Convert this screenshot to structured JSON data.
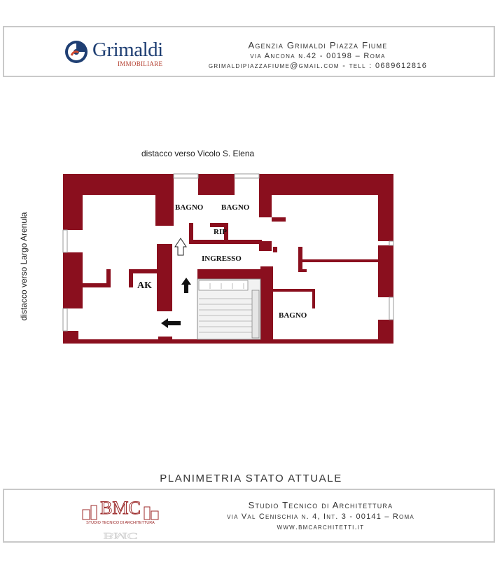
{
  "header": {
    "logo_name": "Grimaldi",
    "logo_sub": "IMMOBILIARE",
    "agency_name": "Agenzia Grimaldi Piazza Fiume",
    "agency_address": "via Ancona n.42  - 00198 – Roma",
    "agency_contact": "grimaldipiazzafiume@gmail.com - tell : 0689612816"
  },
  "labels": {
    "top": "distacco  verso  Vicolo S. Elena",
    "side": "distacco  verso  Largo Arenula"
  },
  "rooms": {
    "bagno_1": "BAGNO",
    "bagno_2": "BAGNO",
    "rip": "RIP",
    "ingresso": "INGRESSO",
    "ak": "AK",
    "bagno_3": "BAGNO"
  },
  "plan_title": "PLANIMETRIA STATO ATTUALE",
  "footer": {
    "logo_text": "BMC",
    "logo_sub": "STUDIO TECNICO DI ARCHITETTURA",
    "studio_name": "Studio Tecnico di Architettura",
    "studio_address": "via Val Cenischia n. 4, Int. 3 - 00141 – Roma",
    "studio_web": "www.bmcarchitetti.it"
  },
  "colors": {
    "wall": "#8a0f1e",
    "frame": "#c9c9c9",
    "logo_blue": "#1f3f73"
  }
}
